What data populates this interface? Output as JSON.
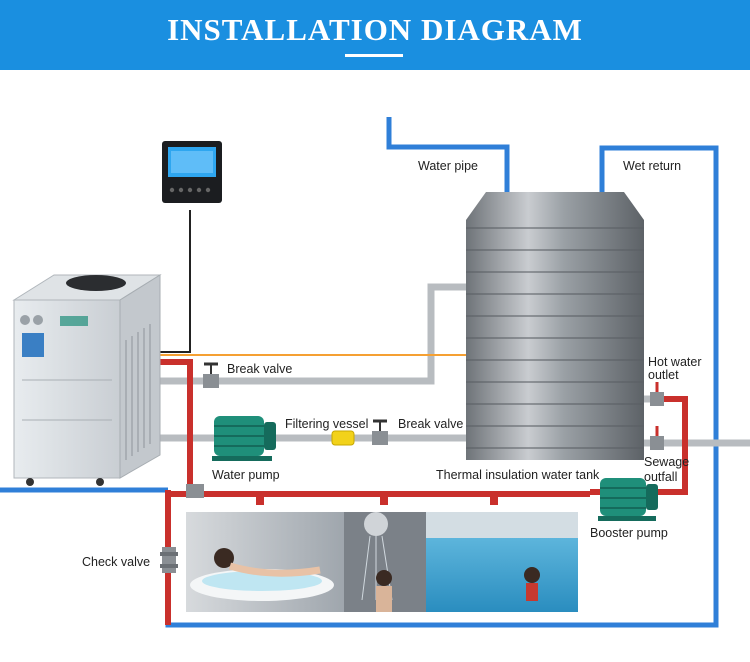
{
  "header": {
    "title": "INSTALLATION DIAGRAM"
  },
  "labels": {
    "water_pipe": "Water pipe",
    "wet_return": "Wet return",
    "break_valve_top": "Break valve",
    "hot_water_outlet_1": "Hot water",
    "hot_water_outlet_2": "outlet",
    "filtering_vessel": "Filtering vessel",
    "break_valve_bottom": "Break valve",
    "water_pump": "Water pump",
    "thermal_tank": "Thermal insulation water tank",
    "sewage_outfall_1": "Sewage",
    "sewage_outfall_2": "outfall",
    "booster_pump": "Booster pump",
    "check_valve": "Check valve"
  },
  "colors": {
    "header_bg": "#1a8fe0",
    "cold_pipe": "#2f7fd8",
    "hot_pipe": "#c9302c",
    "grey_pipe": "#b8bcc0",
    "pump": "#1f8f7a",
    "tank": "#8e9398",
    "orange_line": "#f5a033"
  },
  "icons": {
    "controller": "thermostat-controller-icon",
    "heat_pump_unit": "heat-pump-unit-icon",
    "tank": "water-tank-icon",
    "pump": "pump-icon",
    "valve": "valve-icon"
  }
}
